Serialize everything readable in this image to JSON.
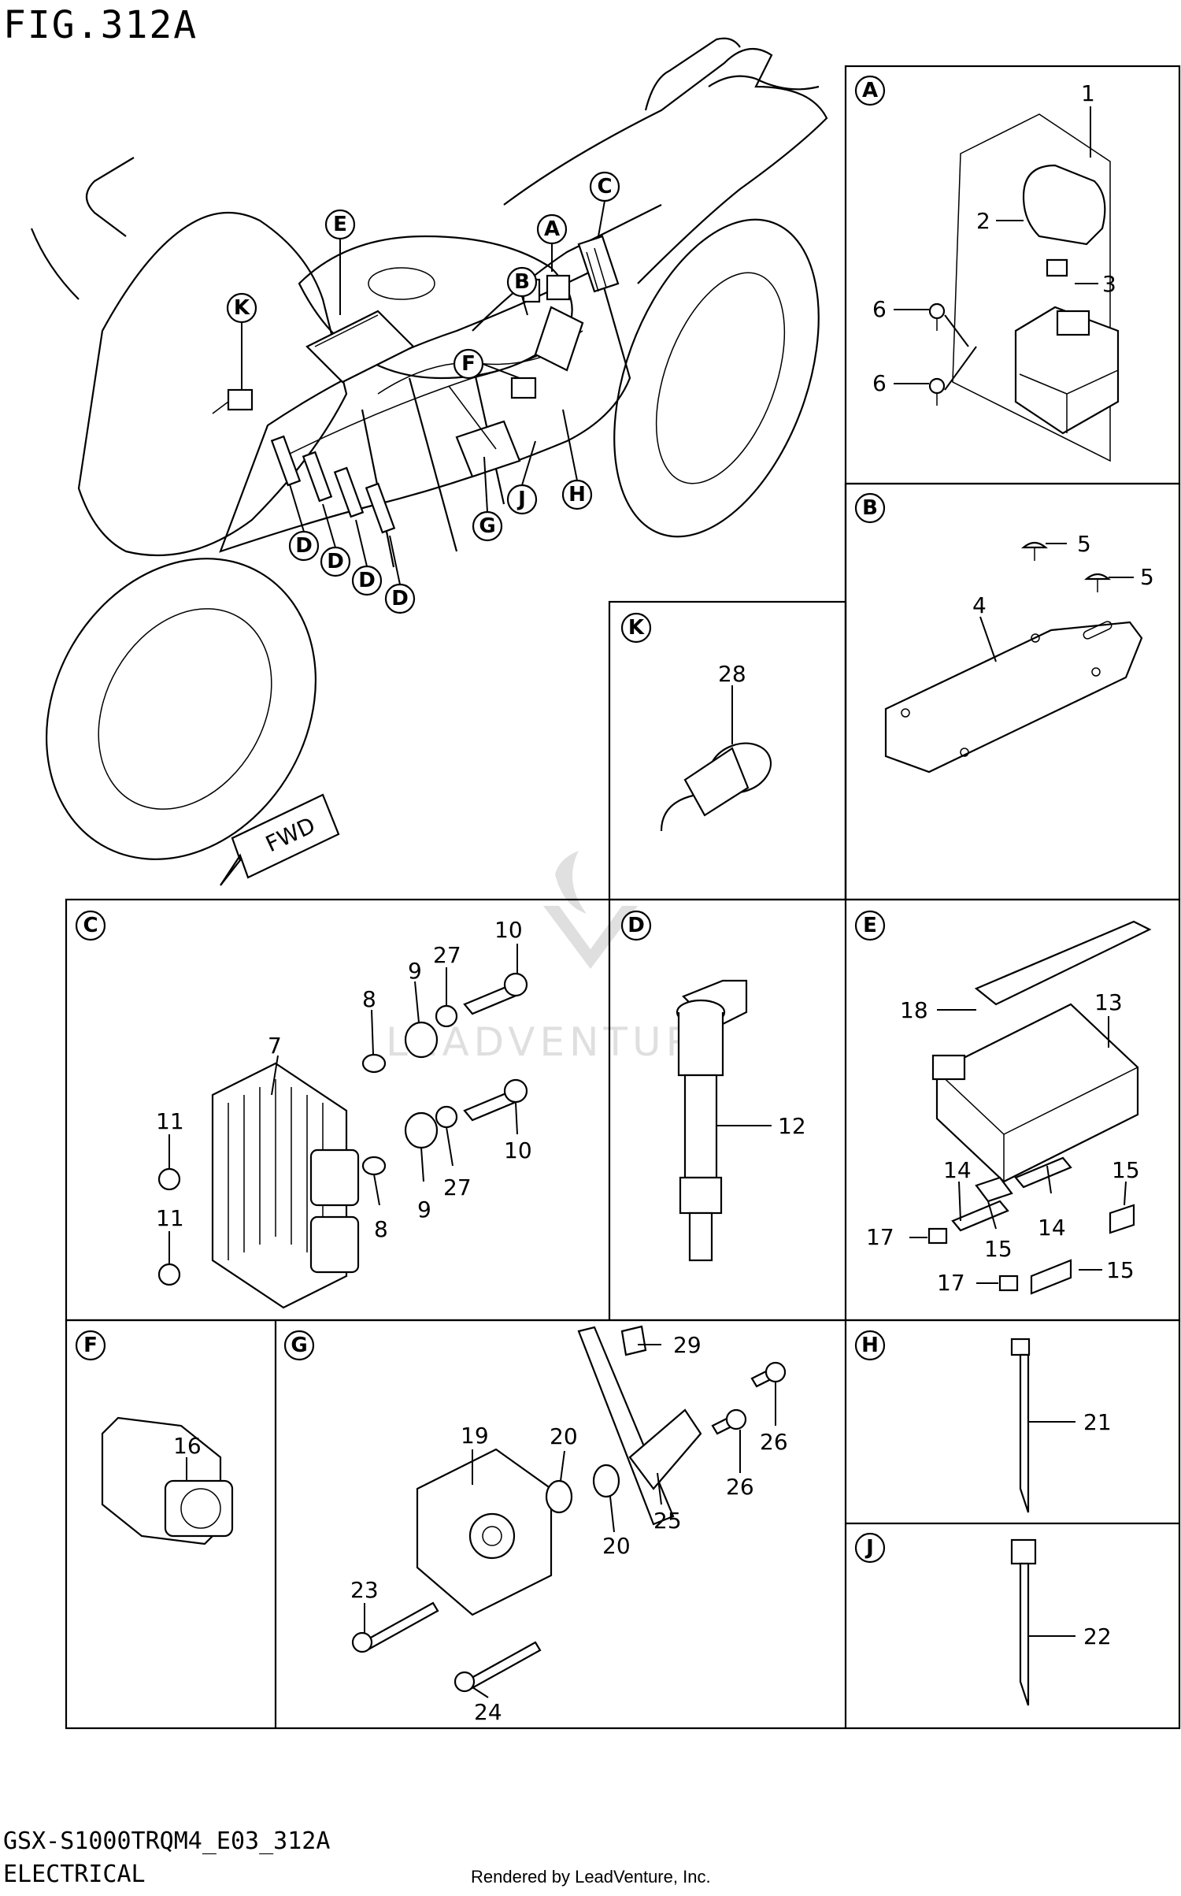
{
  "figure": {
    "title": "FIG.312A",
    "model_code": "GSX-S1000TRQM4_E03_312A",
    "section": "ELECTRICAL",
    "render_credit": "Rendered by LeadVenture, Inc.",
    "watermark": "LEADVENTURE",
    "direction_label": "FWD"
  },
  "panels": [
    {
      "id": "A",
      "parts": [
        "1",
        "2",
        "3",
        "6",
        "6"
      ]
    },
    {
      "id": "B",
      "parts": [
        "4",
        "5",
        "5"
      ]
    },
    {
      "id": "C",
      "parts": [
        "7",
        "8",
        "8",
        "9",
        "9",
        "10",
        "10",
        "11",
        "11",
        "27",
        "27"
      ]
    },
    {
      "id": "D",
      "parts": [
        "12"
      ]
    },
    {
      "id": "E",
      "parts": [
        "13",
        "14",
        "14",
        "15",
        "15",
        "15",
        "17",
        "17",
        "18"
      ]
    },
    {
      "id": "F",
      "parts": [
        "16"
      ]
    },
    {
      "id": "G",
      "parts": [
        "19",
        "20",
        "20",
        "23",
        "24",
        "25",
        "26",
        "26",
        "29"
      ]
    },
    {
      "id": "H",
      "parts": [
        "21"
      ]
    },
    {
      "id": "J",
      "parts": [
        "22"
      ]
    },
    {
      "id": "K",
      "parts": [
        "28"
      ]
    }
  ],
  "overview_callouts": [
    "A",
    "B",
    "C",
    "D",
    "D",
    "D",
    "D",
    "E",
    "F",
    "G",
    "H",
    "J",
    "K"
  ]
}
